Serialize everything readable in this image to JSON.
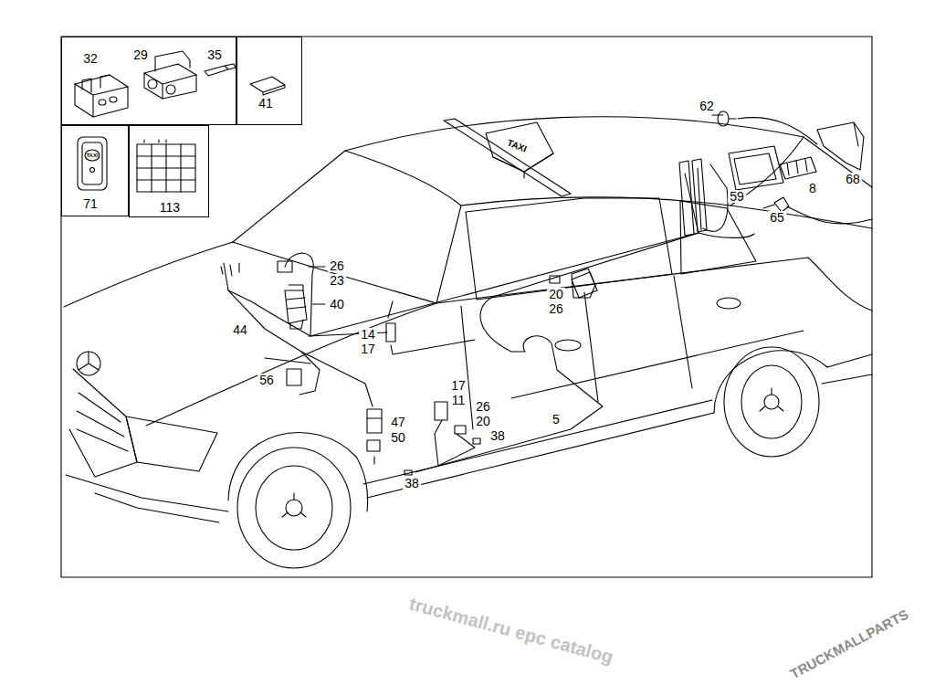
{
  "diagram": {
    "nodes": [
      {
        "text": [
          "32",
          "29",
          "35"
        ]
      },
      {
        "text": [
          "41"
        ]
      },
      {
        "text": [
          "71"
        ]
      },
      {
        "text": [
          "113"
        ]
      }
    ],
    "labels": [
      "TAXI",
      "TAXI",
      "62",
      "59",
      "8",
      "68",
      "65",
      "26",
      "23",
      "40",
      "44",
      "14",
      "17",
      "20",
      "26",
      "56",
      "47",
      "50",
      "17",
      "11",
      "26",
      "20",
      "38",
      "5",
      "38",
      "truckmall.ru epc catalog",
      "TRUCKMALLPARTS"
    ]
  }
}
